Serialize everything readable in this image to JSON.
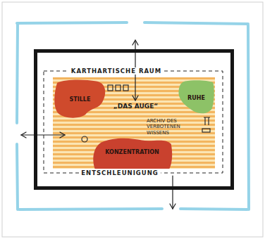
{
  "diagram": {
    "nodes": [
      {
        "text": [
          "KARTHARTISCHE RAUM",
          "ENTSCHLEUNIGUNG"
        ]
      },
      {
        "text": [
          "„DAS AUGE“",
          "ARCHIV DES VERBOTENEN WISSENS"
        ],
        "in": 0
      },
      {
        "text": [
          "STILLE"
        ],
        "in": 1
      },
      {
        "text": [
          "RUHE"
        ],
        "in": 1
      },
      {
        "text": [
          "KONZENTRATION"
        ],
        "in": 1
      }
    ]
  }
}
